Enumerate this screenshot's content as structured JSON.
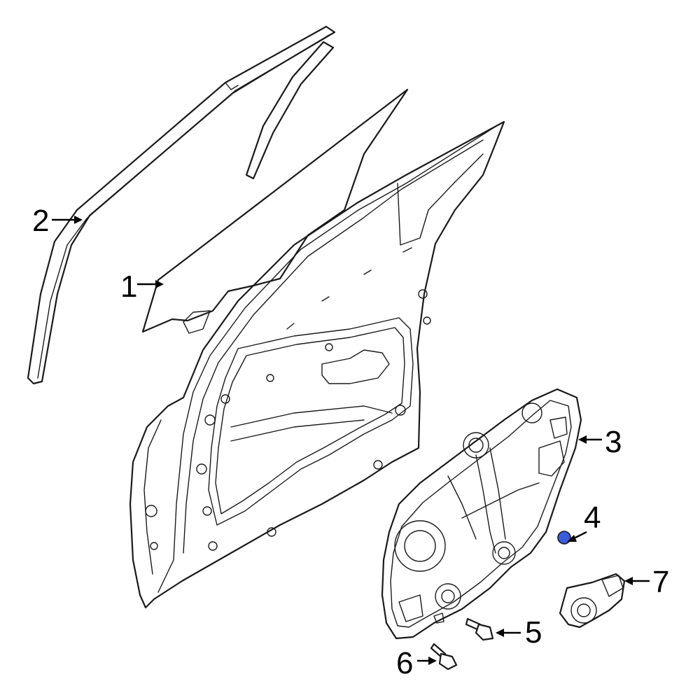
{
  "diagram": {
    "highlight_color": "#3b5bdb",
    "line_color": "#1a1a1a",
    "callouts": [
      {
        "id": "1",
        "label": "1",
        "part": "door-glass"
      },
      {
        "id": "2",
        "label": "2",
        "part": "glass-run-channel"
      },
      {
        "id": "3",
        "label": "3",
        "part": "window-regulator-module-panel"
      },
      {
        "id": "4",
        "label": "4",
        "part": "clip"
      },
      {
        "id": "5",
        "label": "5",
        "part": "bolt"
      },
      {
        "id": "6",
        "label": "6",
        "part": "screw"
      },
      {
        "id": "7",
        "label": "7",
        "part": "window-motor"
      }
    ]
  }
}
